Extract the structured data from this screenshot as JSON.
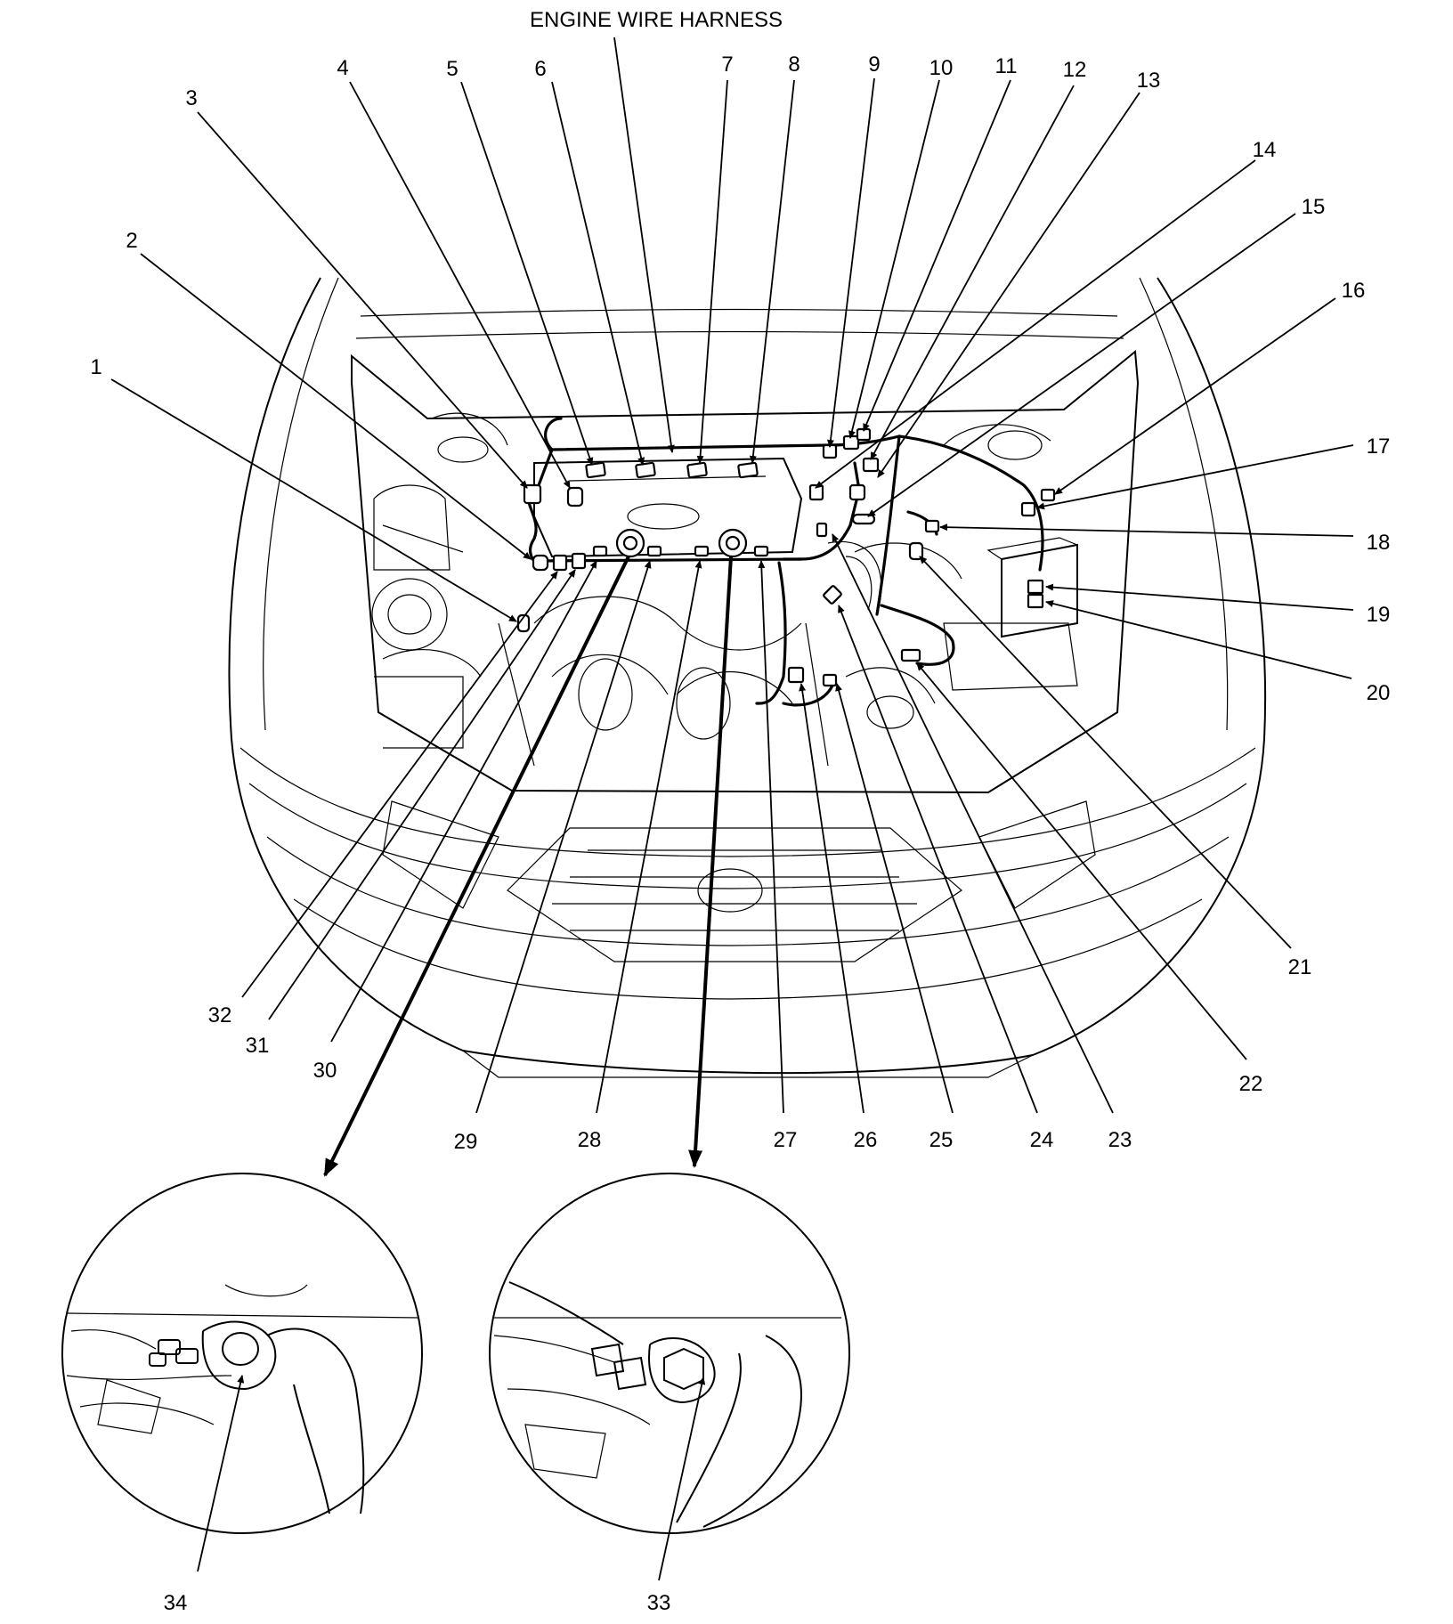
{
  "title": "ENGINE WIRE HARNESS",
  "labels": [
    "1",
    "2",
    "3",
    "4",
    "5",
    "6",
    "7",
    "8",
    "9",
    "10",
    "11",
    "12",
    "13",
    "14",
    "15",
    "16",
    "17",
    "18",
    "19",
    "20",
    "21",
    "22",
    "23",
    "24",
    "25",
    "26",
    "27",
    "28",
    "29",
    "30",
    "31",
    "32",
    "33",
    "34"
  ]
}
